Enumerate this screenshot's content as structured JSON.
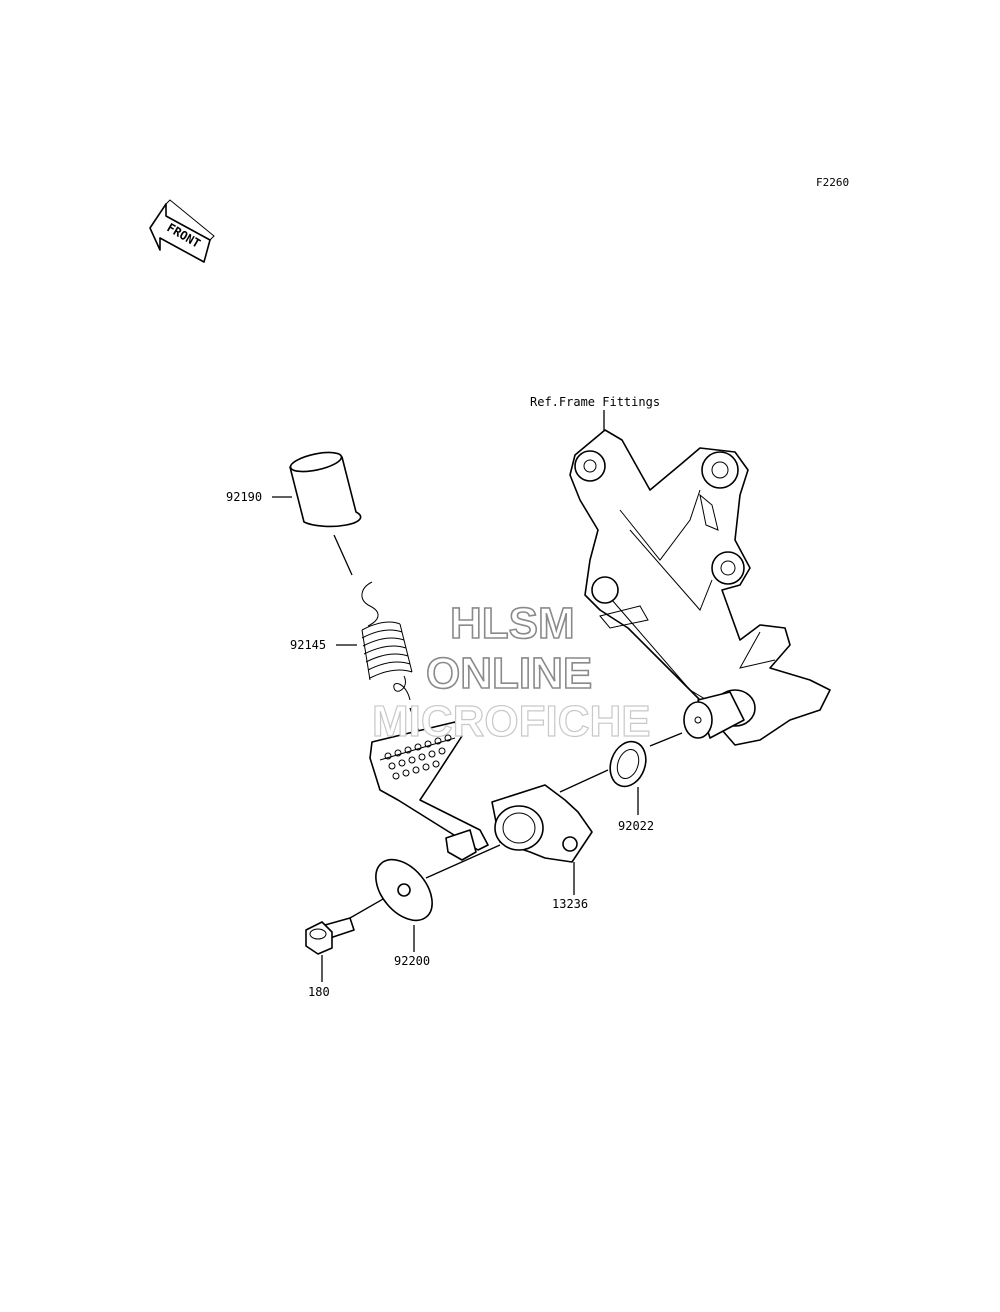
{
  "figure_code": "F2260",
  "front_arrow_label": "FRONT",
  "reference_label": "Ref.Frame Fittings",
  "watermark": {
    "line1": "HLSM",
    "line2": "ONLINE",
    "line3": "MICROFICHE"
  },
  "parts": [
    {
      "number": "92190",
      "name": "bushing-sleeve"
    },
    {
      "number": "92145",
      "name": "spring"
    },
    {
      "number": "92022",
      "name": "washer"
    },
    {
      "number": "13236",
      "name": "pedal-holder"
    },
    {
      "number": "92200",
      "name": "flat-washer"
    },
    {
      "number": "180",
      "name": "bolt"
    }
  ]
}
